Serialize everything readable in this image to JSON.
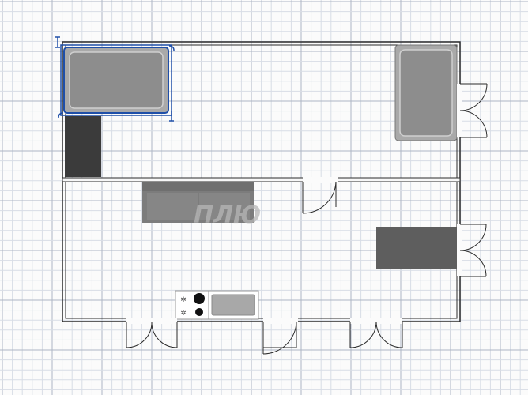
{
  "app": {
    "canvas": "floor-plan-editor"
  },
  "colors": {
    "background": "#fbfbfb",
    "grid_minor": "#d8dde6",
    "grid_major": "#aeb6c4",
    "wall": "#2b2b2b",
    "wall_fill": "#f7f7f7",
    "selection": "#1f4fa8",
    "furniture_gray": "#8d8d8d",
    "furniture_dark": "#3b3b3b",
    "table_dark": "#5e5e5e",
    "watermark": "#b5b5b5"
  },
  "watermark": {
    "text": "ПЛЮ"
  },
  "items": [
    {
      "id": "bathtub-left",
      "kind": "bathtub",
      "selected": true,
      "icon": "bathtub-icon"
    },
    {
      "id": "wardrobe-left",
      "kind": "cabinet",
      "icon": "cabinet-icon"
    },
    {
      "id": "bathtub-right",
      "kind": "bathtub",
      "icon": "bathtub-icon"
    },
    {
      "id": "sofa",
      "kind": "sofa",
      "icon": "sofa-icon"
    },
    {
      "id": "table-right",
      "kind": "table",
      "icon": "table-icon"
    },
    {
      "id": "stove",
      "kind": "stove",
      "icon": "stove-icon"
    },
    {
      "id": "sink",
      "kind": "sink",
      "icon": "sink-icon"
    }
  ],
  "doors": [
    {
      "id": "door-right-top",
      "type": "double",
      "icon": "double-door-icon"
    },
    {
      "id": "door-right-mid",
      "type": "double",
      "icon": "double-door-icon"
    },
    {
      "id": "door-interior",
      "type": "single",
      "icon": "door-icon"
    },
    {
      "id": "door-bottom-left",
      "type": "double",
      "icon": "double-door-icon"
    },
    {
      "id": "door-bottom-mid",
      "type": "single",
      "icon": "door-icon"
    },
    {
      "id": "door-bottom-right",
      "type": "double",
      "icon": "double-door-icon"
    }
  ]
}
